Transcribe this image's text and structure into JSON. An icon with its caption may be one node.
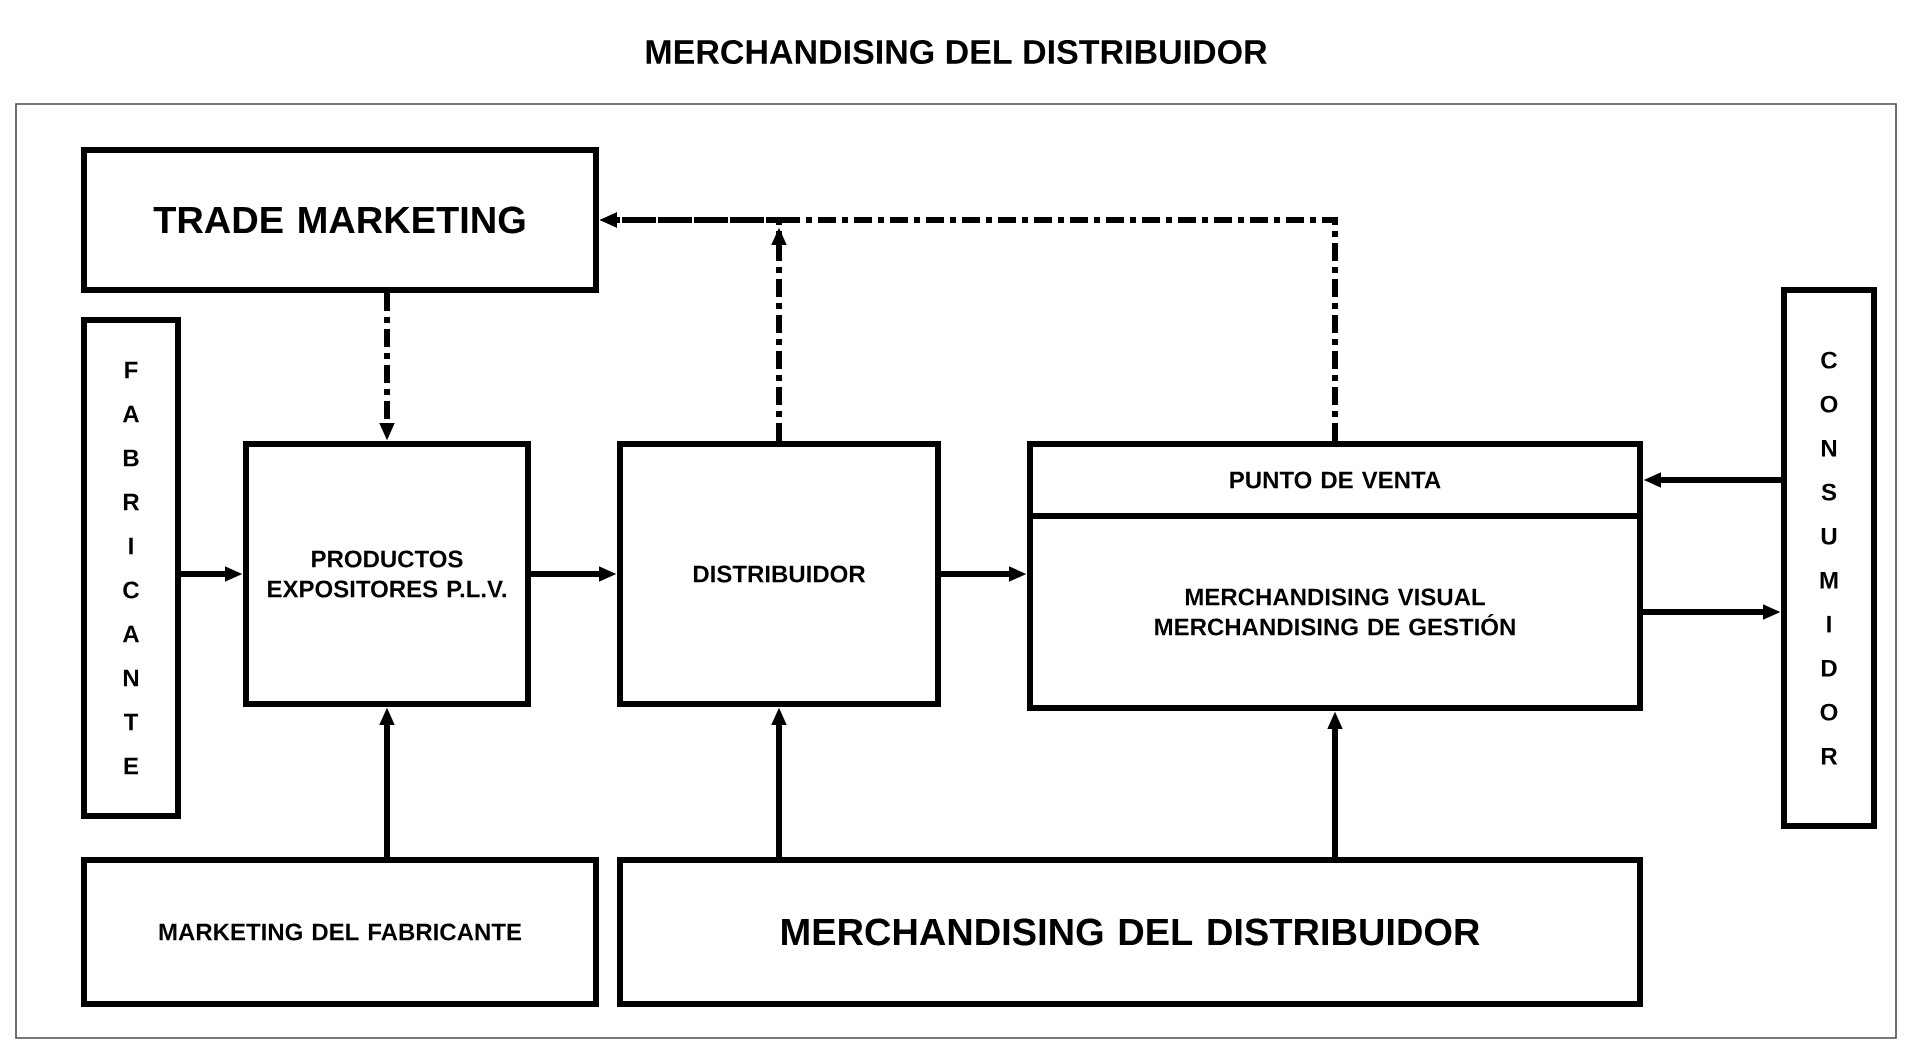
{
  "diagram": {
    "title": "MERCHANDISING DEL DISTRIBUIDOR",
    "nodes": [
      {
        "text": [
          "TRADE MARKETING"
        ]
      },
      {
        "text": [
          "FABRICANTE"
        ]
      },
      {
        "text": [
          "PRODUCTOS EXPOSITORES P.L.V."
        ]
      },
      {
        "text": [
          "DISTRIBUIDOR"
        ]
      },
      {
        "text": [
          "PUNTO DE VENTA"
        ]
      },
      {
        "text": [
          "MERCHANDISING VISUAL",
          "MERCHANDISING DE GESTIÓN"
        ]
      },
      {
        "text": [
          "CONSUMIDOR"
        ]
      },
      {
        "text": [
          "MARKETING DEL FABRICANTE"
        ]
      },
      {
        "text": [
          "MERCHANDISING DEL DISTRIBUIDOR"
        ]
      }
    ],
    "edges": [
      {
        "from": 1,
        "to": 2,
        "arrow": "to"
      },
      {
        "from": 2,
        "to": 3,
        "arrow": "to"
      },
      {
        "from": 3,
        "to": 5,
        "arrow": "to"
      },
      {
        "from": 5,
        "to": 6,
        "arrow": "to"
      },
      {
        "from": 6,
        "to": 4,
        "arrow": "to"
      },
      {
        "from": 0,
        "to": 2,
        "arrow": "to",
        "style": "dashed"
      },
      {
        "from": 3,
        "to": 0,
        "arrow": "to",
        "style": "dashed"
      },
      {
        "from": 4,
        "to": 0,
        "arrow": "to",
        "style": "dashed"
      },
      {
        "from": 7,
        "to": 2,
        "arrow": "to"
      },
      {
        "from": 8,
        "to": 3,
        "arrow": "to"
      },
      {
        "from": 8,
        "to": 5,
        "arrow": "to"
      }
    ]
  }
}
